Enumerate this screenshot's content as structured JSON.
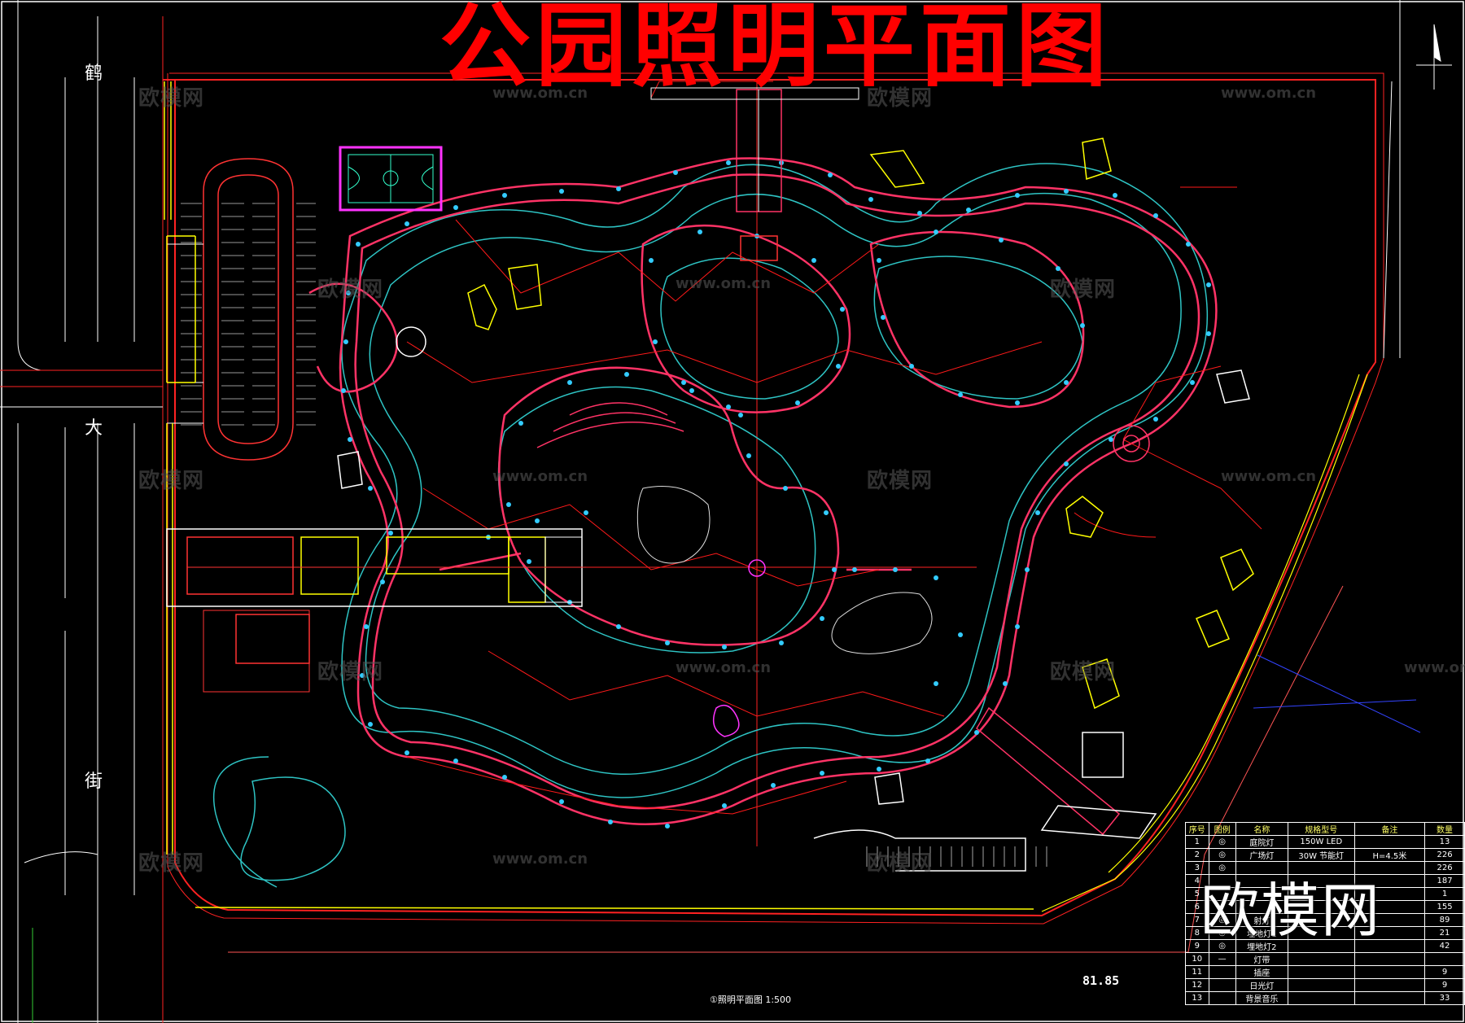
{
  "drawing": {
    "title": "公园照明平面图",
    "street_chars": [
      "鹤",
      "大",
      "街"
    ],
    "scale_caption": "①照明平面图  1:500",
    "dimension_text": "81.85",
    "watermark_text": "欧模网",
    "watermark_url": "www.om.cn",
    "big_watermark": "欧模网"
  },
  "legend": {
    "headers": [
      "序号",
      "图例",
      "名称",
      "规格型号",
      "备注",
      "数量"
    ],
    "rows": [
      [
        "1",
        "◎",
        "庭院灯",
        "150W LED",
        "",
        "13"
      ],
      [
        "2",
        "◎",
        "广场灯",
        "30W 节能灯",
        "H=4.5米",
        "226"
      ],
      [
        "3",
        "◎",
        "",
        "",
        "",
        "226"
      ],
      [
        "4",
        "",
        "",
        "",
        "",
        "187"
      ],
      [
        "5",
        "",
        "",
        "",
        "",
        "1"
      ],
      [
        "6",
        "",
        "",
        "",
        "",
        "155"
      ],
      [
        "7",
        "◎",
        "射灯",
        "",
        "",
        "89"
      ],
      [
        "8",
        "◎",
        "埋地灯1",
        "",
        "",
        "21"
      ],
      [
        "9",
        "◎",
        "埋地灯2",
        "",
        "",
        "42"
      ],
      [
        "10",
        "—",
        "灯带",
        "",
        "",
        ""
      ],
      [
        "11",
        "",
        "插座",
        "",
        "",
        "9"
      ],
      [
        "12",
        "",
        "日光灯",
        "",
        "",
        "9"
      ],
      [
        "13",
        "",
        "背景音乐",
        "",
        "",
        "33"
      ]
    ]
  },
  "colors": {
    "background": "#000000",
    "title": "#ff0000",
    "boundary": "#ff1a1a",
    "path_edge": "#ff3366",
    "water_edge": "#33cccc",
    "lamp": "#33ccff",
    "building": "#ffff00",
    "court": "#ff33ff",
    "court_lines": "#33ffcc",
    "road": "#ffffff"
  }
}
